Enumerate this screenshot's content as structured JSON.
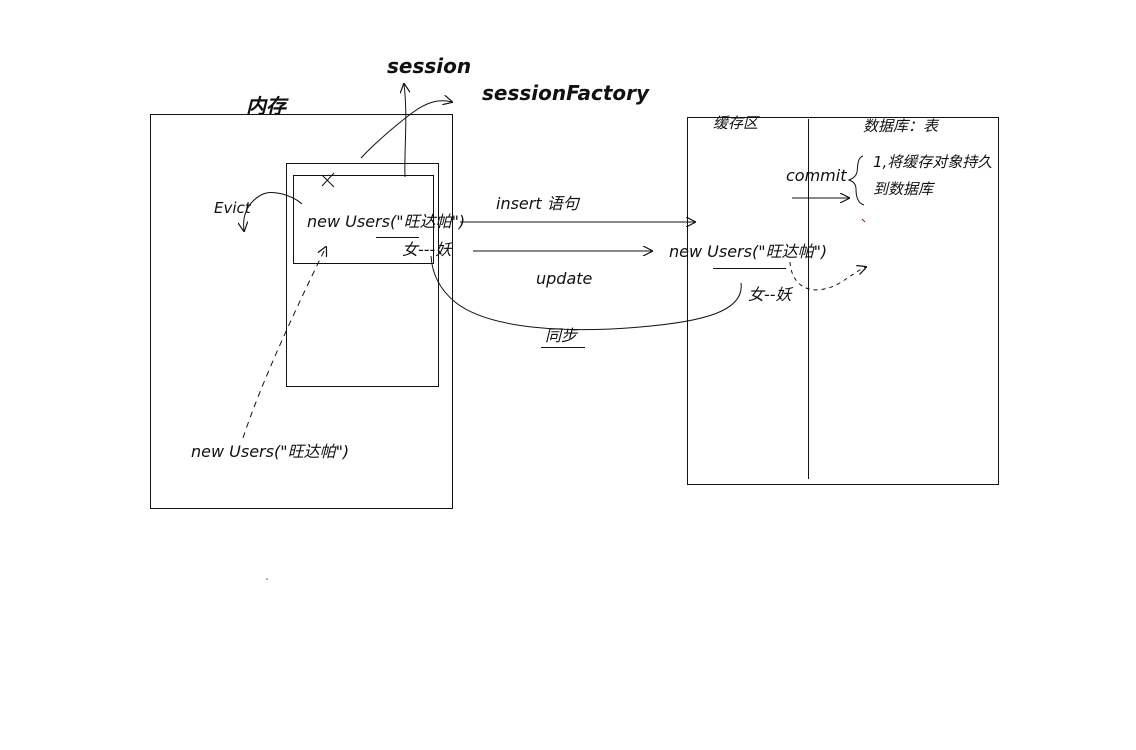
{
  "labels": {
    "session": "session",
    "session_factory": "sessionFactory",
    "memory": "内存",
    "evict": "Evict",
    "inner_object": "new Users(\"旺达帕\")",
    "inner_attr": "女---妖",
    "outer_object": "new Users(\"旺达帕\")",
    "insert_statement": "insert 语句",
    "update": "update",
    "sync": "同步",
    "cache_area": "缓存区",
    "database_table": "数据库：表",
    "commit": "commit",
    "cache_object": "new Users(\"旺达帕\")",
    "cache_attr": "女--妖",
    "persist_note_line1": "1,将缓存对象持久",
    "persist_note_line2": "到数据库"
  },
  "colors": {
    "ink": "#111111",
    "background": "#ffffff",
    "accent_mark": "#cc0000"
  }
}
